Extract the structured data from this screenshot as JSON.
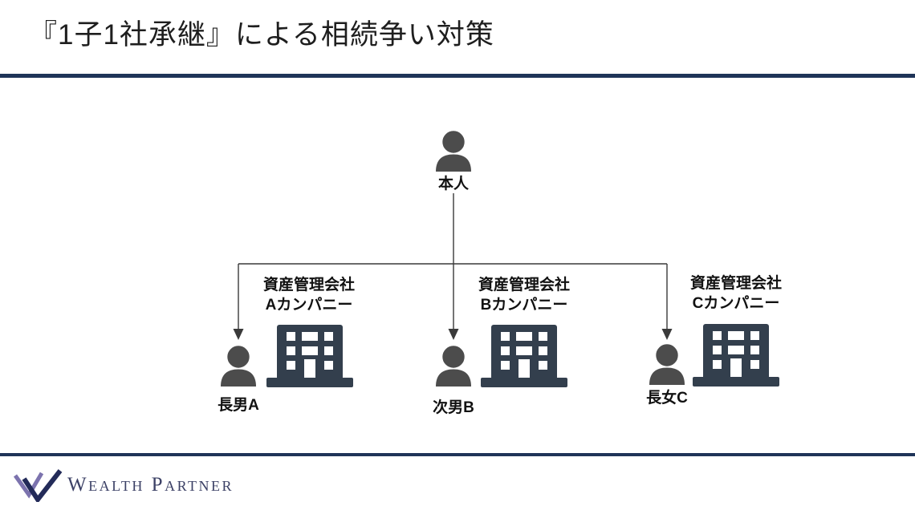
{
  "slide": {
    "title": "『1子1社承継』による相続争い対策"
  },
  "diagram": {
    "root": {
      "label": "本人",
      "icon": "person-icon"
    },
    "children": [
      {
        "company_line1": "資産管理会社",
        "company_line2": "Aカンパニー",
        "person_label": "長男A",
        "person_icon": "person-icon",
        "company_icon": "building-icon"
      },
      {
        "company_line1": "資産管理会社",
        "company_line2": "Bカンパニー",
        "person_label": "次男B",
        "person_icon": "person-icon",
        "company_icon": "building-icon"
      },
      {
        "company_line1": "資産管理会社",
        "company_line2": "Cカンパニー",
        "person_label": "長女C",
        "person_icon": "person-icon",
        "company_icon": "building-icon"
      }
    ]
  },
  "footer": {
    "brand": "Wealth Partner",
    "logo_icon": "w-double-check-logo"
  },
  "colors": {
    "accent_navy": "#1f3458",
    "person_gray": "#4c4c4c",
    "building_slate": "#333f4d",
    "connector_gray": "#3a3a3a",
    "logo_navy": "#232b59",
    "logo_purple": "#7c73ae",
    "brand_text": "#3c4166",
    "title_text": "#1e1e1e"
  }
}
